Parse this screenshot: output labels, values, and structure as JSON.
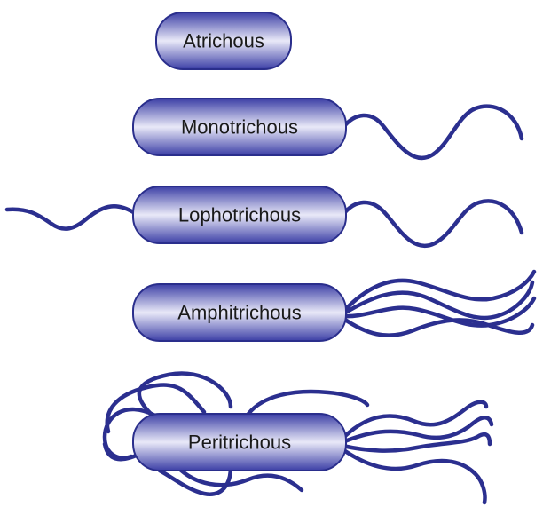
{
  "diagram": {
    "labels": {
      "atrichous": "Atrichous",
      "monotrichous": "Monotrichous",
      "lophotrichous": "Lophotrichous",
      "amphitrichous": "Amphitrichous",
      "peritrichous": "Peritrichous"
    },
    "colors": {
      "flagellum": "#2b2f8f",
      "cell_outline": "#2a2e8c",
      "cell_dark": "#3c3fa6",
      "cell_light": "#e9e9f8",
      "text": "#1a1a1a"
    }
  }
}
